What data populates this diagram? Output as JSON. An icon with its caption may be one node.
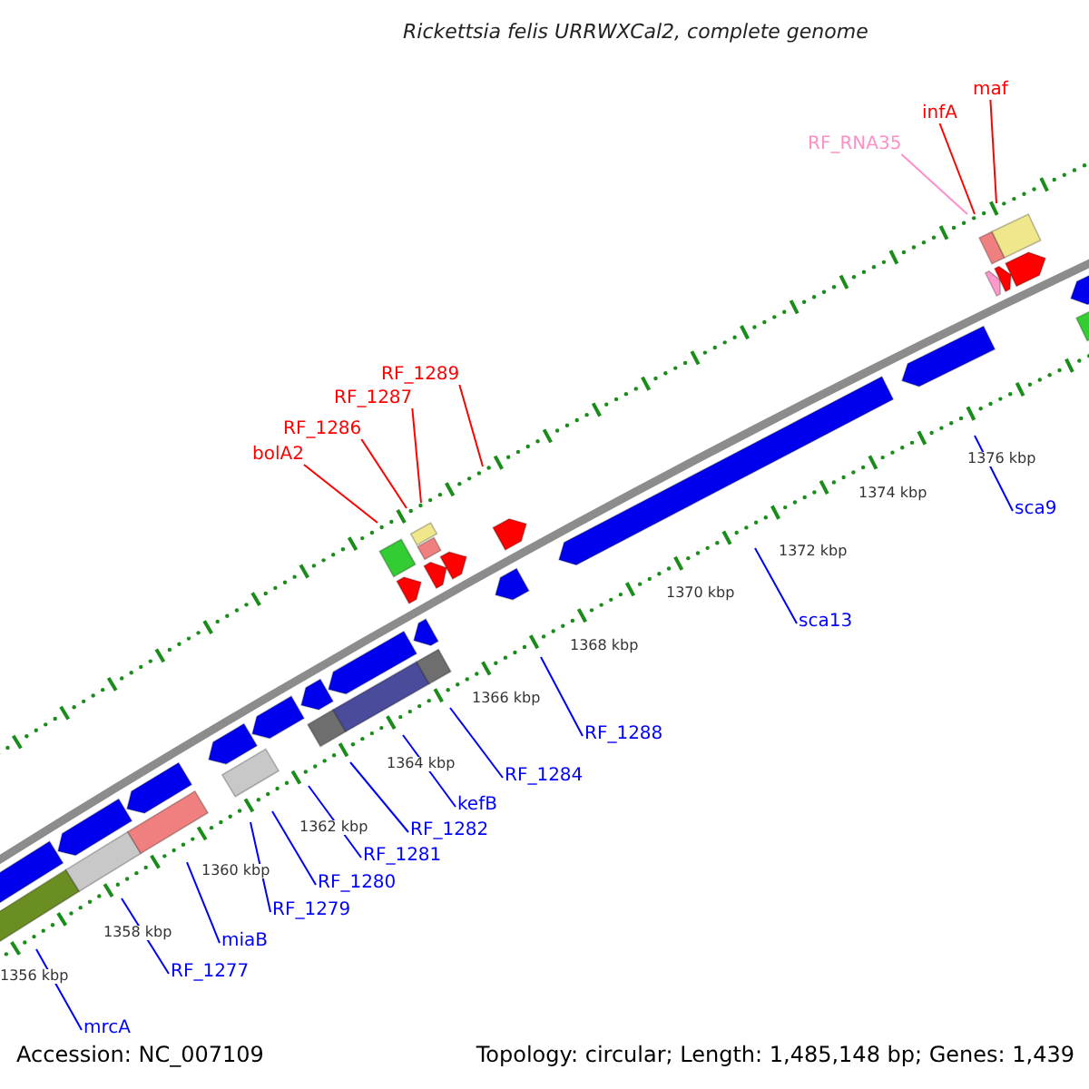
{
  "diagram": {
    "title": "Rickettsia felis URRWXCal2, complete genome",
    "nodes": [
      {
        "text": [
          "maf"
        ]
      },
      {
        "text": [
          "infA"
        ]
      },
      {
        "text": [
          "RF_RNA35"
        ]
      },
      {
        "text": [
          "RF_1289"
        ]
      },
      {
        "text": [
          "RF_1287"
        ]
      },
      {
        "text": [
          "RF_1286"
        ]
      },
      {
        "text": [
          "bolA2"
        ]
      },
      {
        "text": [
          "sca9"
        ]
      },
      {
        "text": [
          "sca13"
        ]
      },
      {
        "text": [
          "RF_1288"
        ]
      },
      {
        "text": [
          "RF_1284"
        ]
      },
      {
        "text": [
          "kefB"
        ]
      },
      {
        "text": [
          "RF_1282"
        ]
      },
      {
        "text": [
          "RF_1281"
        ]
      },
      {
        "text": [
          "RF_1280"
        ]
      },
      {
        "text": [
          "RF_1279"
        ]
      },
      {
        "text": [
          "miaB"
        ]
      },
      {
        "text": [
          "RF_1277"
        ]
      },
      {
        "text": [
          "mrcA"
        ]
      }
    ],
    "edges": [
      {
        "from": 0,
        "to": null,
        "arrow": "none",
        "color": "#ff0000"
      },
      {
        "from": 1,
        "to": null,
        "arrow": "none",
        "color": "#ff0000"
      },
      {
        "from": 2,
        "to": null,
        "arrow": "none",
        "color": "#ff8fc7"
      },
      {
        "from": 3,
        "to": null,
        "arrow": "none",
        "color": "#ff0000"
      },
      {
        "from": 4,
        "to": null,
        "arrow": "none",
        "color": "#ff0000"
      },
      {
        "from": 5,
        "to": null,
        "arrow": "none",
        "color": "#ff0000"
      },
      {
        "from": 6,
        "to": null,
        "arrow": "none",
        "color": "#ff0000"
      },
      {
        "from": 7,
        "to": null,
        "arrow": "none"
      },
      {
        "from": 8,
        "to": null,
        "arrow": "none"
      },
      {
        "from": 9,
        "to": null,
        "arrow": "none"
      },
      {
        "from": 10,
        "to": null,
        "arrow": "none"
      },
      {
        "from": 11,
        "to": null,
        "arrow": "none"
      },
      {
        "from": 12,
        "to": null,
        "arrow": "none"
      },
      {
        "from": 13,
        "to": null,
        "arrow": "none"
      },
      {
        "from": 14,
        "to": null,
        "arrow": "none"
      },
      {
        "from": 15,
        "to": null,
        "arrow": "none"
      },
      {
        "from": 16,
        "to": null,
        "arrow": "none"
      },
      {
        "from": 17,
        "to": null,
        "arrow": "none"
      },
      {
        "from": 18,
        "to": null,
        "arrow": "none"
      }
    ],
    "labels": [
      "1376 kbp",
      "1374 kbp",
      "1372 kbp",
      "1370 kbp",
      "1368 kbp",
      "1366 kbp",
      "1364 kbp",
      "1362 kbp",
      "1360 kbp",
      "1358 kbp",
      "1356 kbp",
      "Accession: NC_007109",
      "Topology: circular; Length: 1,485,148 bp; Genes: 1,439"
    ]
  }
}
